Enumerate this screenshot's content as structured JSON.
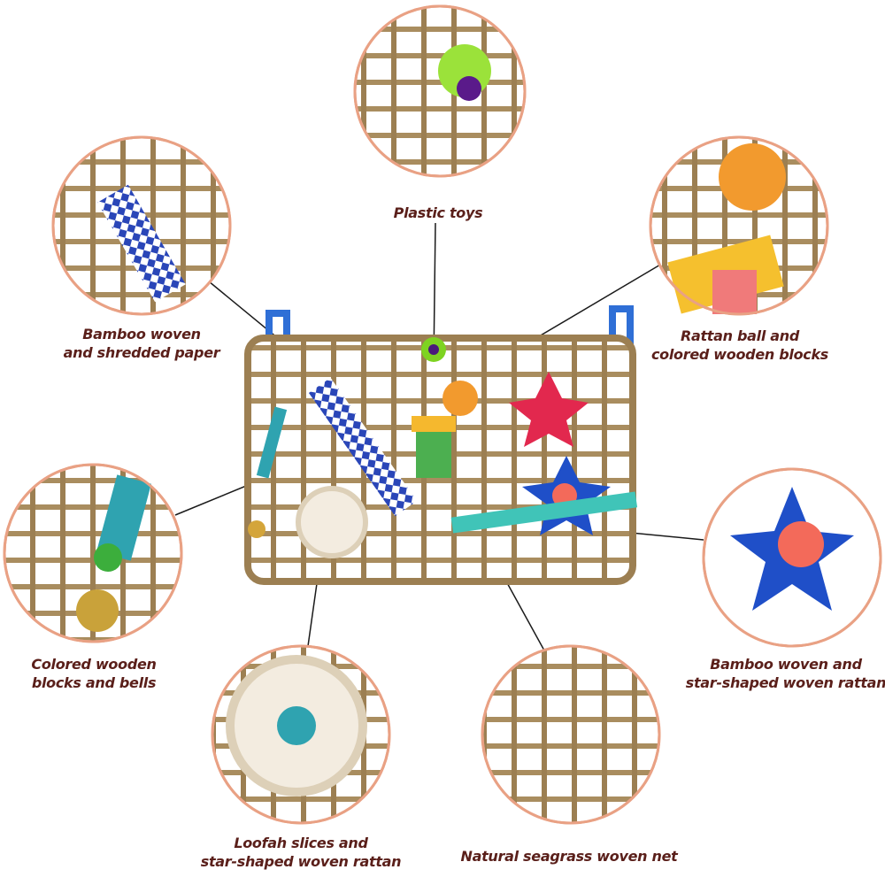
{
  "colors": {
    "label_text": "#5a1f1a",
    "circle_border": "#e9a184",
    "seagrass": "#a98d5f",
    "leader_line": "#1a1a1a"
  },
  "callouts": [
    {
      "id": "plastic-toys",
      "lines": [
        "Plastic toys"
      ]
    },
    {
      "id": "bamboo-shredded",
      "lines": [
        "Bamboo woven",
        "and shredded paper"
      ]
    },
    {
      "id": "rattan-ball",
      "lines": [
        "Rattan ball and",
        "colored wooden blocks"
      ]
    },
    {
      "id": "wooden-bells",
      "lines": [
        "Colored wooden",
        "blocks and bells"
      ]
    },
    {
      "id": "bamboo-star",
      "lines": [
        "Bamboo woven and",
        "star-shaped woven rattan"
      ]
    },
    {
      "id": "loofah",
      "lines": [
        "Loofah slices and",
        "star-shaped woven rattan"
      ]
    },
    {
      "id": "seagrass",
      "lines": [
        "Natural seagrass woven net"
      ]
    }
  ]
}
